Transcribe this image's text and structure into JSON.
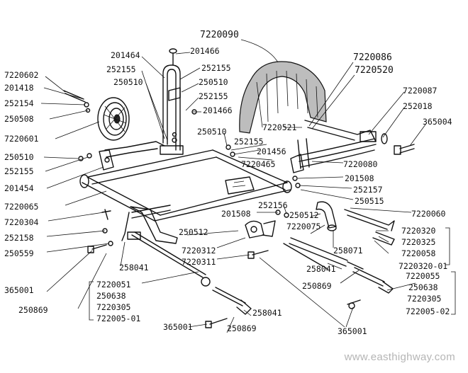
{
  "watermark": "www.easthighway.com",
  "callouts": [
    {
      "id": "p7220090",
      "text": "7220090",
      "big": true
    },
    {
      "id": "p201464",
      "text": "201464"
    },
    {
      "id": "p201466a",
      "text": "201466"
    },
    {
      "id": "p252155a",
      "text": "252155"
    },
    {
      "id": "p252155b",
      "text": "252155"
    },
    {
      "id": "p250510a",
      "text": "250510"
    },
    {
      "id": "p250510b",
      "text": "250510"
    },
    {
      "id": "p252155c",
      "text": "252155"
    },
    {
      "id": "p201466b",
      "text": "201466"
    },
    {
      "id": "p7220602",
      "text": "7220602"
    },
    {
      "id": "p201418",
      "text": "201418"
    },
    {
      "id": "p252154",
      "text": "252154"
    },
    {
      "id": "p250508",
      "text": "250508"
    },
    {
      "id": "p7220601",
      "text": "7220601"
    },
    {
      "id": "p250510c",
      "text": "250510"
    },
    {
      "id": "p252155d",
      "text": "252155"
    },
    {
      "id": "p201454",
      "text": "201454"
    },
    {
      "id": "p7220086",
      "text": "7220086",
      "big": true
    },
    {
      "id": "p7220520",
      "text": "7220520",
      "big": true
    },
    {
      "id": "p7220087",
      "text": "7220087"
    },
    {
      "id": "p252018",
      "text": "252018"
    },
    {
      "id": "p365004",
      "text": "365004"
    },
    {
      "id": "p7220521",
      "text": "7220521"
    },
    {
      "id": "p250510d",
      "text": "250510"
    },
    {
      "id": "p252155e",
      "text": "252155"
    },
    {
      "id": "p201456",
      "text": "201456"
    },
    {
      "id": "p7220465",
      "text": "7220465"
    },
    {
      "id": "p7220080",
      "text": "7220080"
    },
    {
      "id": "p201508a",
      "text": "201508"
    },
    {
      "id": "p252157",
      "text": "252157"
    },
    {
      "id": "p250515",
      "text": "250515"
    },
    {
      "id": "p7220065",
      "text": "7220065"
    },
    {
      "id": "p201508b",
      "text": "201508"
    },
    {
      "id": "p252156",
      "text": "252156"
    },
    {
      "id": "p250512a",
      "text": "250512"
    },
    {
      "id": "p7220060",
      "text": "7220060"
    },
    {
      "id": "p7220304",
      "text": "7220304"
    },
    {
      "id": "p252158",
      "text": "252158"
    },
    {
      "id": "p250559",
      "text": "250559"
    },
    {
      "id": "p250512b",
      "text": "250512"
    },
    {
      "id": "p7220312",
      "text": "7220312"
    },
    {
      "id": "p7220311",
      "text": "7220311"
    },
    {
      "id": "p7220075",
      "text": "7220075"
    },
    {
      "id": "p258071",
      "text": "258071"
    },
    {
      "id": "p7220320a",
      "text": "7220320"
    },
    {
      "id": "p7220325",
      "text": "7220325"
    },
    {
      "id": "p7220058",
      "text": "7220058"
    },
    {
      "id": "p7220320b",
      "text": "7220320-01"
    },
    {
      "id": "p258041a",
      "text": "258041"
    },
    {
      "id": "p365001a",
      "text": "365001"
    },
    {
      "id": "p7220051",
      "text": "7220051"
    },
    {
      "id": "p250638a",
      "text": "250638"
    },
    {
      "id": "p7220305a",
      "text": "7220305"
    },
    {
      "id": "p722005a",
      "text": "722005-01"
    },
    {
      "id": "p250869a",
      "text": "250869"
    },
    {
      "id": "p258041b",
      "text": "258041"
    },
    {
      "id": "p250869b",
      "text": "250869"
    },
    {
      "id": "p7220055",
      "text": "7220055"
    },
    {
      "id": "p250638b",
      "text": "250638"
    },
    {
      "id": "p7220305b",
      "text": "7220305"
    },
    {
      "id": "p722005b",
      "text": "722005-02"
    },
    {
      "id": "p258041c",
      "text": "258041"
    },
    {
      "id": "p365001b",
      "text": "365001"
    },
    {
      "id": "p250869c",
      "text": "250869"
    },
    {
      "id": "p365001c",
      "text": "365001"
    }
  ]
}
